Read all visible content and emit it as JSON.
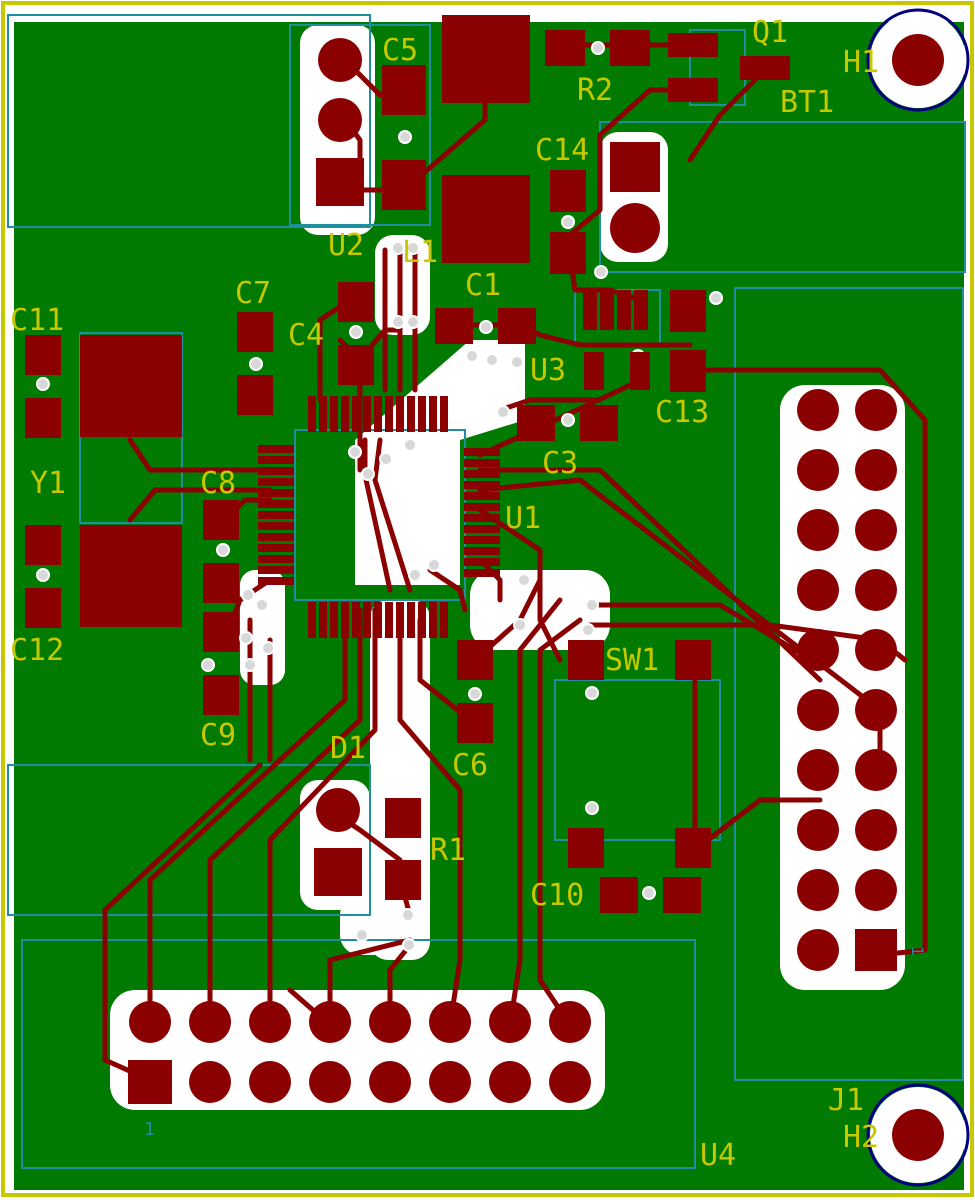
{
  "colors": {
    "board_copper": "#007a00",
    "pad": "#8b0000",
    "silkscreen": "#c8c800",
    "fab_outline": "#1f8fa0",
    "edge": "#c8c800",
    "hole_ring": "#000080"
  },
  "labels": {
    "Q1": "Q1",
    "H1": "H1",
    "R2": "R2",
    "BT1": "BT1",
    "C5": "C5",
    "C14": "C14",
    "U2": "U2",
    "L1": "L1",
    "C7": "C7",
    "C1": "C1",
    "C11": "C11",
    "C4": "C4",
    "U3": "U3",
    "C13": "C13",
    "Y1": "Y1",
    "C8": "C8",
    "C3": "C3",
    "U1": "U1",
    "C12": "C12",
    "SW1": "SW1",
    "C9": "C9",
    "D1": "D1",
    "C6": "C6",
    "R1": "R1",
    "C10": "C10",
    "J1": "J1",
    "H2": "H2",
    "U4": "U4",
    "pin1_j1": "1",
    "pin1_u4": "1"
  }
}
